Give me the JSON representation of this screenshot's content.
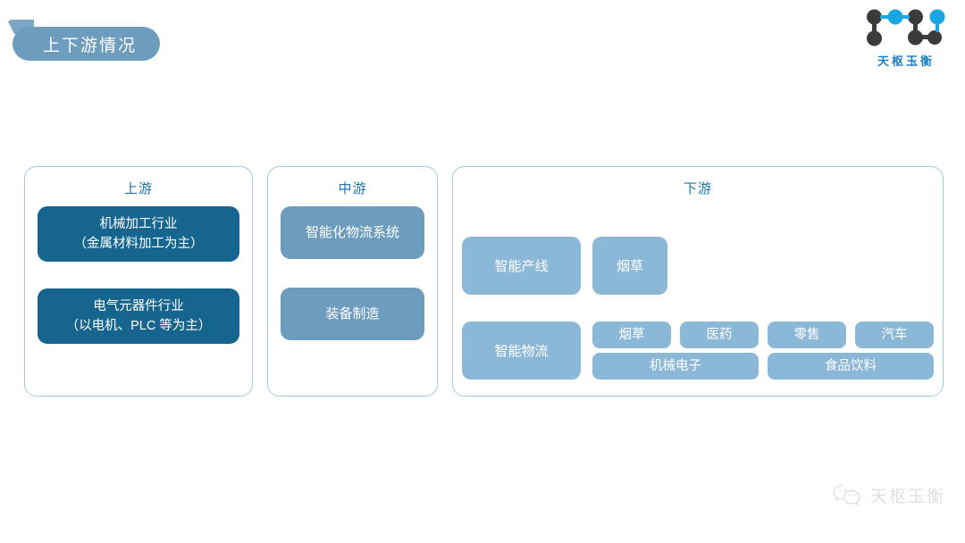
{
  "header": {
    "title": "上下游情况",
    "logo": {
      "text": "天枢玉衡",
      "dark_color": "#3b3b3b",
      "accent_color": "#18a7e0",
      "text_color": "#1b7fc4"
    }
  },
  "theme": {
    "ribbon": "#6d9cbd",
    "card_border": "#a8c6de",
    "card_title": "#1f74ad",
    "upstream_box": "#16658f",
    "midstream_box": "#6d9cbd",
    "downstream_box": "#8cb8d8",
    "background": "#ffffff"
  },
  "chain": {
    "upstream": {
      "title": "上游",
      "items": [
        {
          "line1": "机械加工行业",
          "line2": "（金属材料加工为主）"
        },
        {
          "line1": "电气元器件行业",
          "line2": "（以电机、PLC 等为主）"
        }
      ]
    },
    "midstream": {
      "title": "中游",
      "items": [
        {
          "label": "智能化物流系统"
        },
        {
          "label": "装备制造"
        }
      ]
    },
    "downstream": {
      "title": "下游",
      "rows": [
        {
          "segment": "智能产线",
          "tags_line1": [
            "烟草"
          ],
          "tags_line2": []
        },
        {
          "segment": "智能物流",
          "tags_line1": [
            "烟草",
            "医药",
            "零售",
            "汽车"
          ],
          "tags_line2": [
            "机械电子",
            "食品饮料"
          ]
        }
      ]
    }
  },
  "watermark": {
    "text": "天枢玉衡",
    "icon": "wechat-icon"
  }
}
